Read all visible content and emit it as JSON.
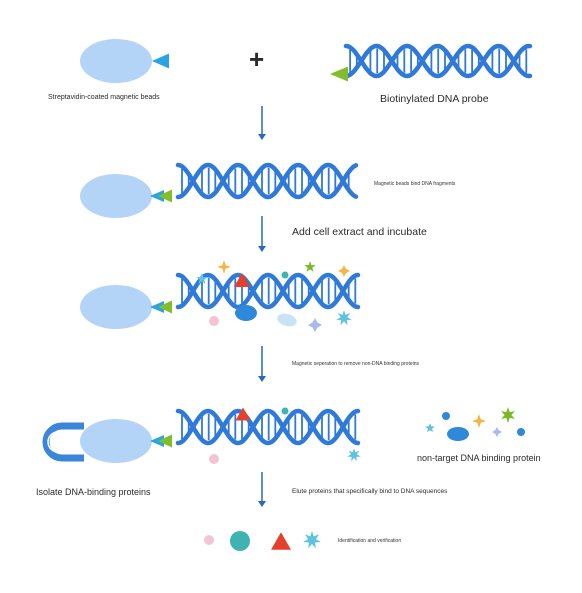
{
  "labels": {
    "beads": "Streptavidin-coated magnetic beads",
    "probe": "Biotinylated DNA probe",
    "plus": "+",
    "bind": "Magnetic beads bind DNA fragments",
    "extract": "Add cell extract and incubate",
    "separation": "Magnetic seperation to remove non-DNA binding proteins",
    "isolate": "Isolate DNA-binding proteins",
    "nontarget": "non-target DNA binding protein",
    "elute": "Elute proteins that specifically bind to DNA sequences",
    "identify": "Identification and verification"
  },
  "colors": {
    "dna": "#2f7ad8",
    "bead": "#b3d3f7",
    "biotin": "#82bd2a",
    "streptavidin": "#29a3e3",
    "arrow": "#2a68b8",
    "magnet": "#3a86d9",
    "red": "#e5402c",
    "teal": "#3fb3b0",
    "pink": "#f2c4d6",
    "orange": "#f5b545",
    "green": "#7ab82a",
    "lavender": "#a9b8ee",
    "cyan": "#5fc3e0",
    "blue": "#2f88da",
    "paleblue": "#c8e3f6"
  }
}
